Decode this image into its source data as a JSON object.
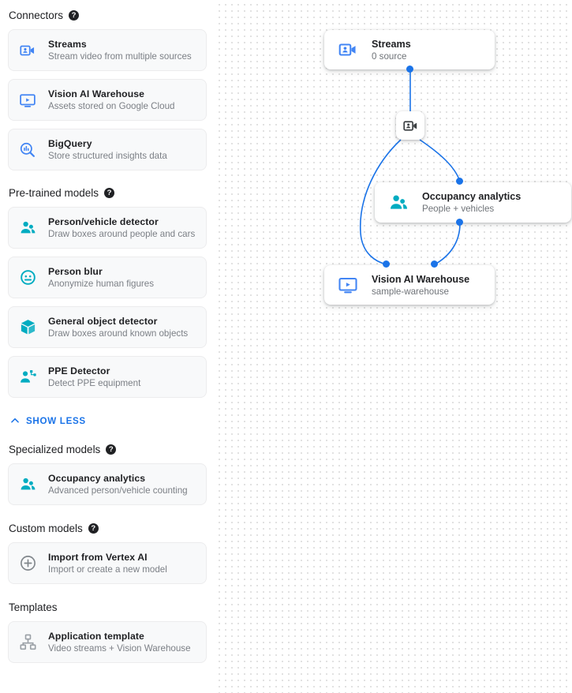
{
  "sidebar": {
    "sections": [
      {
        "title": "Connectors",
        "has_help": true,
        "items": [
          {
            "icon": "video-camera-icon",
            "title": "Streams",
            "sub": "Stream video from multiple sources",
            "color": "#4285f4"
          },
          {
            "icon": "monitor-play-icon",
            "title": "Vision AI Warehouse",
            "sub": "Assets stored on Google Cloud",
            "color": "#4285f4"
          },
          {
            "icon": "bigquery-search-icon",
            "title": "BigQuery",
            "sub": "Store structured insights data",
            "color": "#4285f4"
          }
        ]
      },
      {
        "title": "Pre-trained models",
        "has_help": true,
        "items": [
          {
            "icon": "people-icon",
            "title": "Person/vehicle detector",
            "sub": "Draw boxes around people and cars",
            "color": "#00acc1"
          },
          {
            "icon": "face-blur-icon",
            "title": "Person blur",
            "sub": "Anonymize human figures",
            "color": "#00acc1"
          },
          {
            "icon": "cube-icon",
            "title": "General object detector",
            "sub": "Draw boxes around known objects",
            "color": "#00acc1"
          },
          {
            "icon": "ppe-person-icon",
            "title": "PPE Detector",
            "sub": "Detect PPE equipment",
            "color": "#00acc1"
          }
        ]
      }
    ],
    "show_less_label": "SHOW LESS",
    "sections_after": [
      {
        "title": "Specialized models",
        "has_help": true,
        "items": [
          {
            "icon": "people-icon",
            "title": "Occupancy analytics",
            "sub": "Advanced person/vehicle counting",
            "color": "#00acc1"
          }
        ]
      },
      {
        "title": "Custom models",
        "has_help": true,
        "items": [
          {
            "icon": "plus-circle-icon",
            "title": "Import from Vertex AI",
            "sub": "Import or create a new model",
            "color": "#80868b"
          }
        ]
      },
      {
        "title": "Templates",
        "has_help": false,
        "items": [
          {
            "icon": "hierarchy-icon",
            "title": "Application template",
            "sub": "Video streams + Vision Warehouse",
            "color": "#9aa0a6"
          }
        ]
      }
    ]
  },
  "graph": {
    "nodes": [
      {
        "id": "streams",
        "icon": "video-camera-icon",
        "title": "Streams",
        "sub": "0 source",
        "color": "#4285f4"
      },
      {
        "id": "occupancy",
        "icon": "people-icon",
        "title": "Occupancy analytics",
        "sub": "People + vehicles",
        "color": "#00acc1"
      },
      {
        "id": "warehouse",
        "icon": "monitor-play-icon",
        "title": "Vision AI Warehouse",
        "sub": "sample-warehouse",
        "color": "#4285f4"
      }
    ],
    "badge_icon": "video-camera-icon",
    "edge_color": "#1a73e8",
    "port_color": "#1a73e8"
  }
}
